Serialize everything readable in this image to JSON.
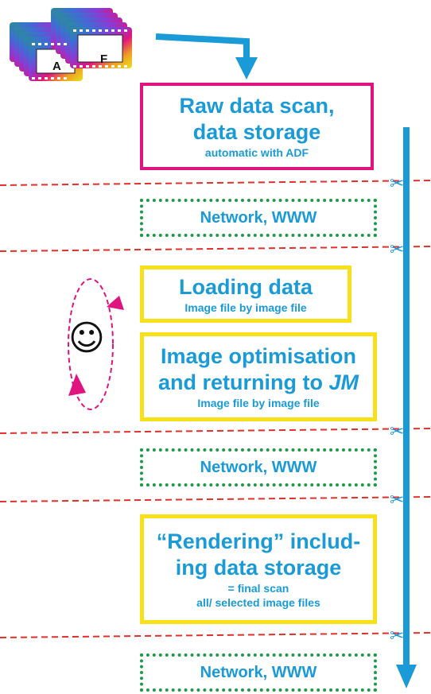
{
  "film": {
    "letter_a": "A",
    "letter_f": "F"
  },
  "boxes": {
    "raw_scan": {
      "line1": "Raw data scan,",
      "line2": "data storage",
      "line3": "automatic with ADF"
    },
    "network1": {
      "label": "Network, WWW"
    },
    "loading": {
      "line1": "Loading data",
      "line2": "Image file by image file"
    },
    "optimisation": {
      "line1": "Image optimisation",
      "line2_pre": "and returning to ",
      "line2_em": "JM",
      "line3": "Image file by image file"
    },
    "network2": {
      "label": "Network, WWW"
    },
    "rendering": {
      "line1": "“Rendering” includ-",
      "line2": "ing data storage",
      "line3": "= final scan",
      "line4": "all/ selected image files"
    },
    "network3": {
      "label": "Network, WWW"
    }
  },
  "smiley": {
    "glyph": "☺"
  },
  "scissors": {
    "glyph": "✂"
  },
  "colors": {
    "accent_blue": "#1a9ad6",
    "magenta": "#e0147e",
    "yellow": "#f8e11a",
    "green_dotted": "#1e9a4a",
    "red_dashed": "#e0302a"
  }
}
